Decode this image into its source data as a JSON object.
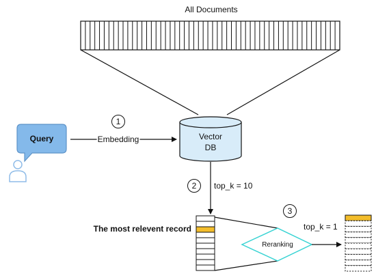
{
  "diagram": {
    "title": "All Documents",
    "query_label": "Query",
    "db_label_line1": "Vector",
    "db_label_line2": "DB",
    "embedding_label": "Embedding",
    "step1": "1",
    "step2": "2",
    "step3": "3",
    "topk10_label": "top_k = 10",
    "topk1_label": "top_k = 1",
    "most_relevant_label": "The most relevent record",
    "reranking_label": "Reranking",
    "document_strip_count": 55,
    "retrieved_records_count": 10,
    "retrieved_highlight_index": 2,
    "final_records_count": 10,
    "final_highlight_index": 0
  },
  "colors": {
    "highlight": "#f3bd2b",
    "query_bubble": "#84b9ea",
    "db_fill": "#d8ecf9",
    "reranking_stroke": "#38d3d3",
    "person_icon": "#8fbce8"
  }
}
